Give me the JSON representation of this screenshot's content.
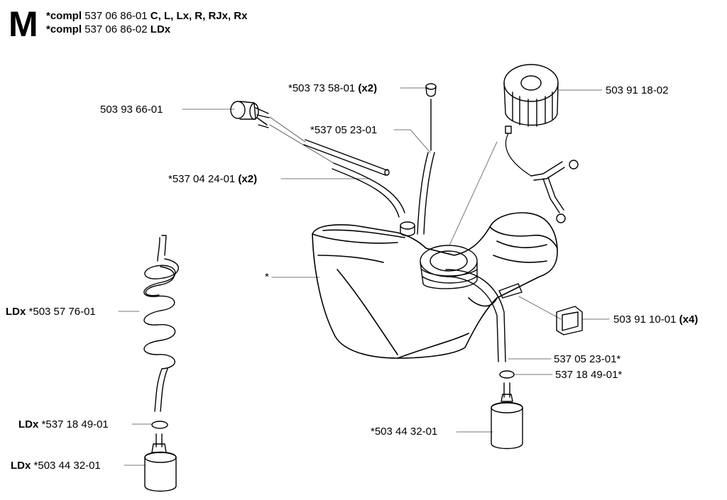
{
  "section": {
    "letter": "M"
  },
  "header": {
    "line1": {
      "prefix": "*compl",
      "part": "537 06 86-01",
      "models": "C, L, Lx, R, RJx, Rx"
    },
    "line2": {
      "prefix": "*compl",
      "part": "537 06 86-02",
      "models": "LDx"
    }
  },
  "labels": {
    "grommet_top": {
      "part": "*503 73 58-01",
      "qty": "(x2)"
    },
    "cap": {
      "part": "503 91 18-02"
    },
    "primer": {
      "part": "503 93 66-01"
    },
    "hose_return": {
      "part": "*537 05 23-01"
    },
    "hose_pair": {
      "part": "*537 04 24-01",
      "qty": "(x2)"
    },
    "tank": {
      "part": "*"
    },
    "spiral_hose": {
      "prefix": "LDx",
      "part": "*503 57 76-01"
    },
    "plug": {
      "part": "503 91 10-01",
      "qty": "(x4)"
    },
    "fuel_hose_right": {
      "part": "537 05 23-01*"
    },
    "ring_right": {
      "part": "537 18 49-01*"
    },
    "filter_right": {
      "part": "*503 44 32-01"
    },
    "ring_left": {
      "prefix": "LDx",
      "part": "*537 18 49-01"
    },
    "filter_left": {
      "prefix": "LDx",
      "part": "*503 44 32-01"
    }
  }
}
